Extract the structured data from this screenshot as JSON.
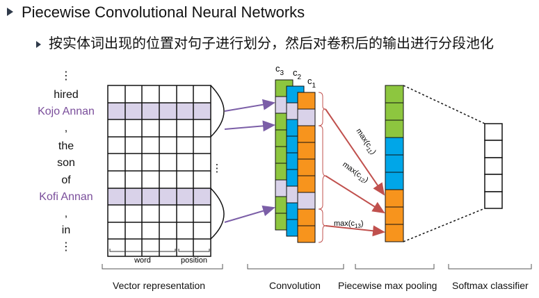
{
  "title": "Piecewise Convolutional Neural Networks",
  "subtitle": "按实体词出现的位置对句子进行划分，然后对卷积后的输出进行分段池化",
  "tokens": [
    {
      "text": "⋮",
      "entity": false
    },
    {
      "text": "hired",
      "entity": false
    },
    {
      "text": "Kojo Annan",
      "entity": true
    },
    {
      "text": ",",
      "entity": false
    },
    {
      "text": "the",
      "entity": false
    },
    {
      "text": "son",
      "entity": false
    },
    {
      "text": "of",
      "entity": false
    },
    {
      "text": "Kofi Annan",
      "entity": true
    },
    {
      "text": ",",
      "entity": false
    },
    {
      "text": "in",
      "entity": false
    },
    {
      "text": "⋮",
      "entity": false
    }
  ],
  "vector_labels": {
    "word": "word",
    "position": "position"
  },
  "filters": {
    "c3": "c",
    "c3_sub": "3",
    "c2": "c",
    "c2_sub": "2",
    "c1": "c",
    "c1_sub": "1"
  },
  "pool_labels": {
    "p1": "max(c",
    "p1_sub": "11",
    "p1_end": ")",
    "p2": "max(c",
    "p2_sub": "12",
    "p2_end": ")",
    "p3": "max(c",
    "p3_sub": "13",
    "p3_end": ")"
  },
  "dots": "⋮",
  "stages": {
    "vector": "Vector representation",
    "conv": "Convolution",
    "pool": "Piecewise max pooling",
    "softmax": "Softmax classifier"
  },
  "colors": {
    "entity_text": "#7a4e9b",
    "entity_row": "#d9d2e9",
    "green": "#8dc63f",
    "blue": "#00a6e8",
    "orange": "#f7941d",
    "lavender": "#d9d2e9",
    "purple_arrow": "#7b5ea7",
    "red_arrow": "#c0504d"
  }
}
